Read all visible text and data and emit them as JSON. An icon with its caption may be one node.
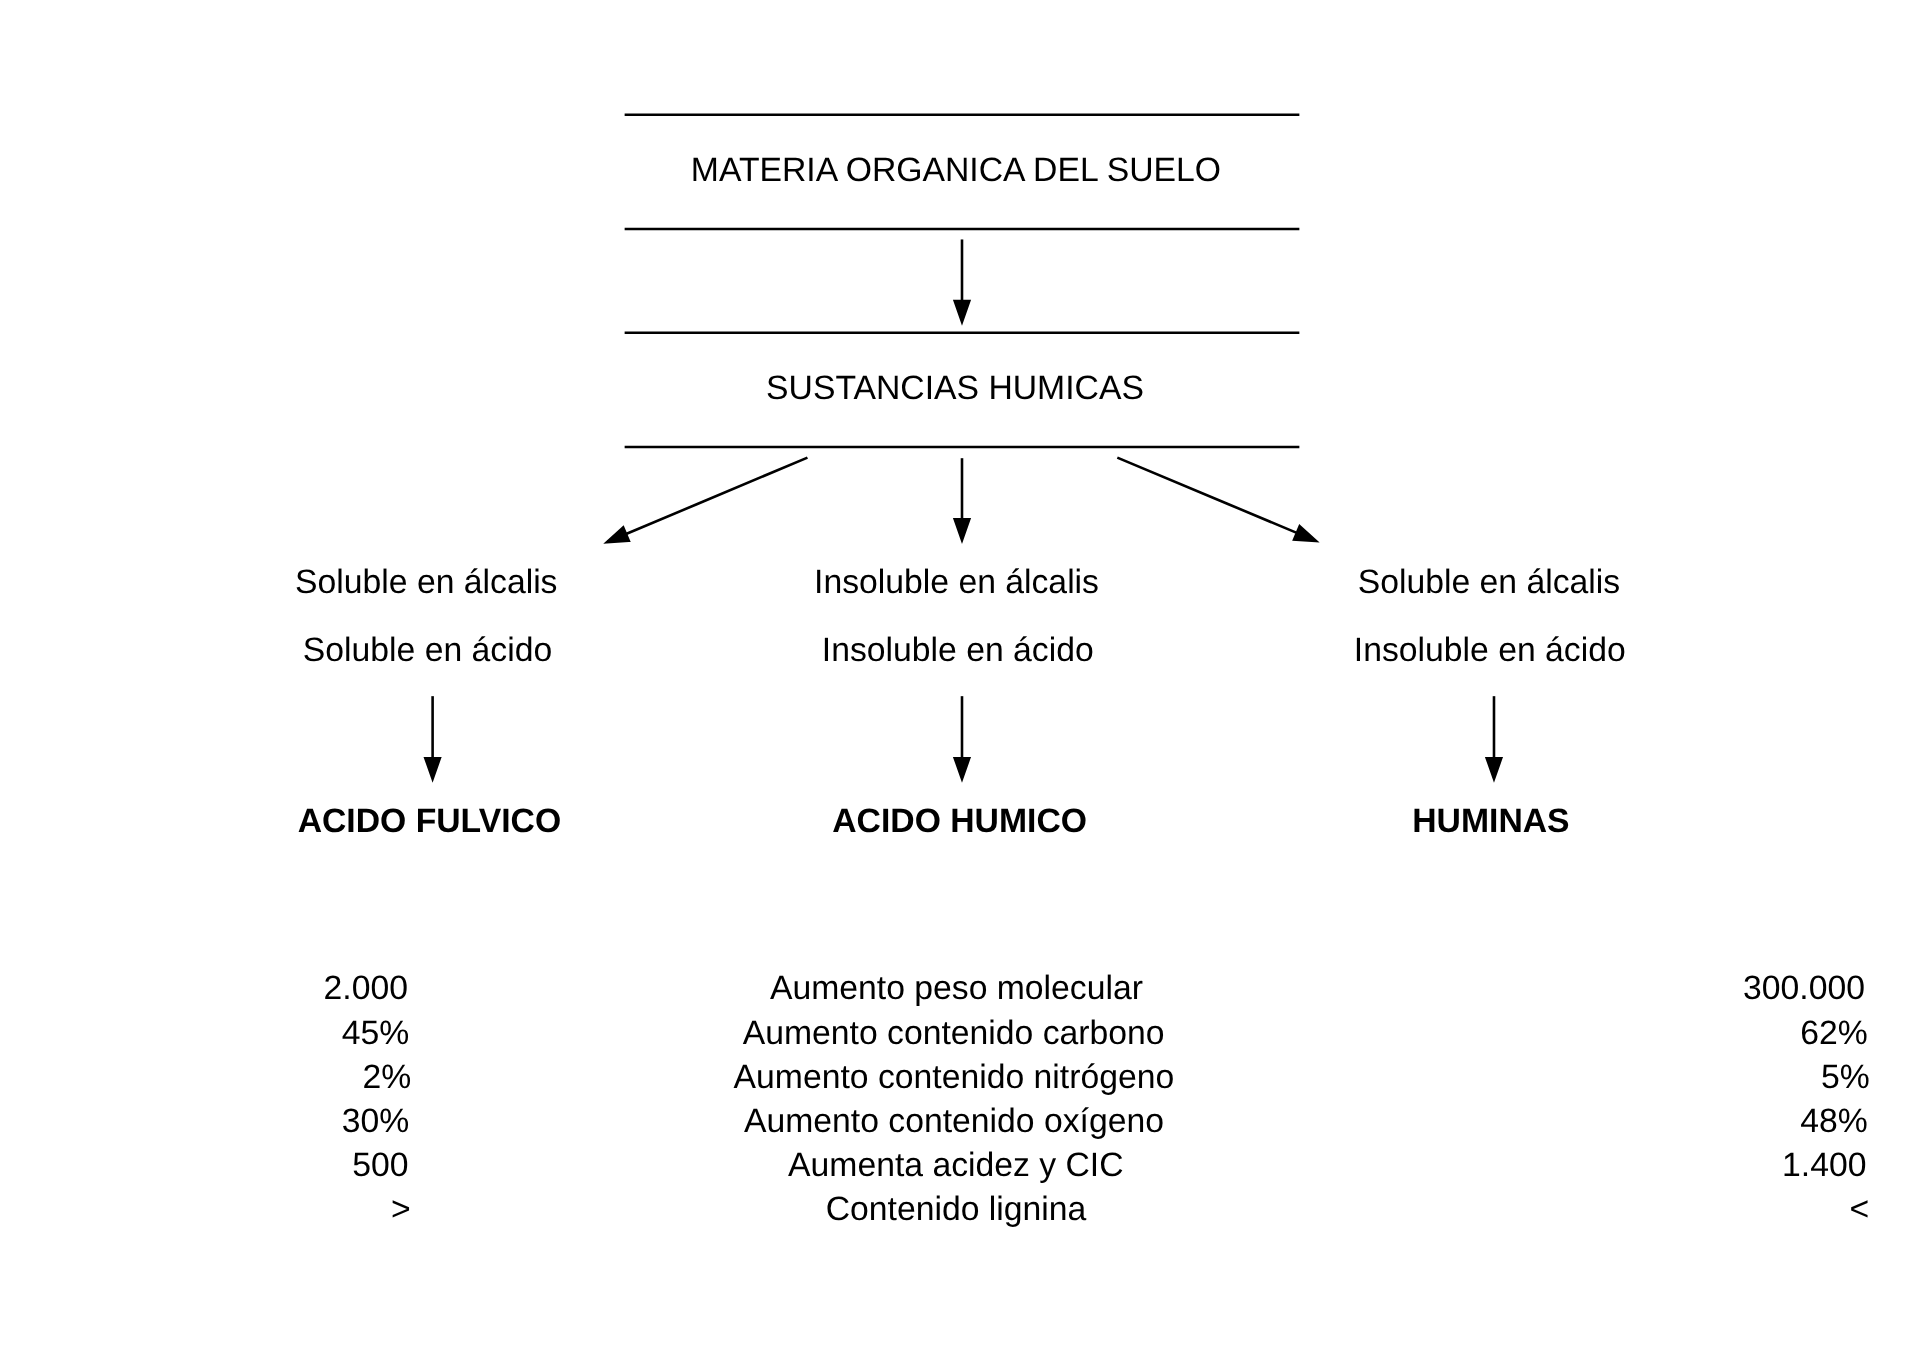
{
  "diagram": {
    "nodes": [
      {
        "text": [
          "MATERIA ORGANICA DEL SUELO"
        ]
      },
      {
        "text": [
          "SUSTANCIAS HUMICAS"
        ]
      },
      {
        "text": [
          "Soluble en álcalis",
          "Soluble en ácido"
        ]
      },
      {
        "text": [
          "Insoluble en álcalis",
          "Insoluble en ácido"
        ]
      },
      {
        "text": [
          "Soluble en álcalis",
          "Insoluble en ácido"
        ]
      },
      {
        "text": [
          "ACIDO FULVICO"
        ]
      },
      {
        "text": [
          "ACIDO HUMICO"
        ]
      },
      {
        "text": [
          "HUMINAS"
        ]
      }
    ],
    "edges": [
      {
        "from": 0,
        "to": 1,
        "arrow": "to"
      },
      {
        "from": 1,
        "to": 2,
        "arrow": "to"
      },
      {
        "from": 1,
        "to": 3,
        "arrow": "to"
      },
      {
        "from": 1,
        "to": 4,
        "arrow": "to"
      },
      {
        "from": 2,
        "to": 5,
        "arrow": "to"
      },
      {
        "from": 3,
        "to": 6,
        "arrow": "to"
      },
      {
        "from": 4,
        "to": 7,
        "arrow": "to"
      }
    ],
    "labels": [
      "2.000",
      "Aumento peso molecular",
      "300.000",
      "45%",
      "Aumento contenido carbono",
      "62%",
      "2%",
      "Aumento contenido nitrógeno",
      "5%",
      "30%",
      "Aumento contenido oxígeno",
      "48%",
      "500",
      "Aumenta acidez y CIC",
      "1.400",
      ">",
      "Contenido lignina",
      "<"
    ]
  }
}
